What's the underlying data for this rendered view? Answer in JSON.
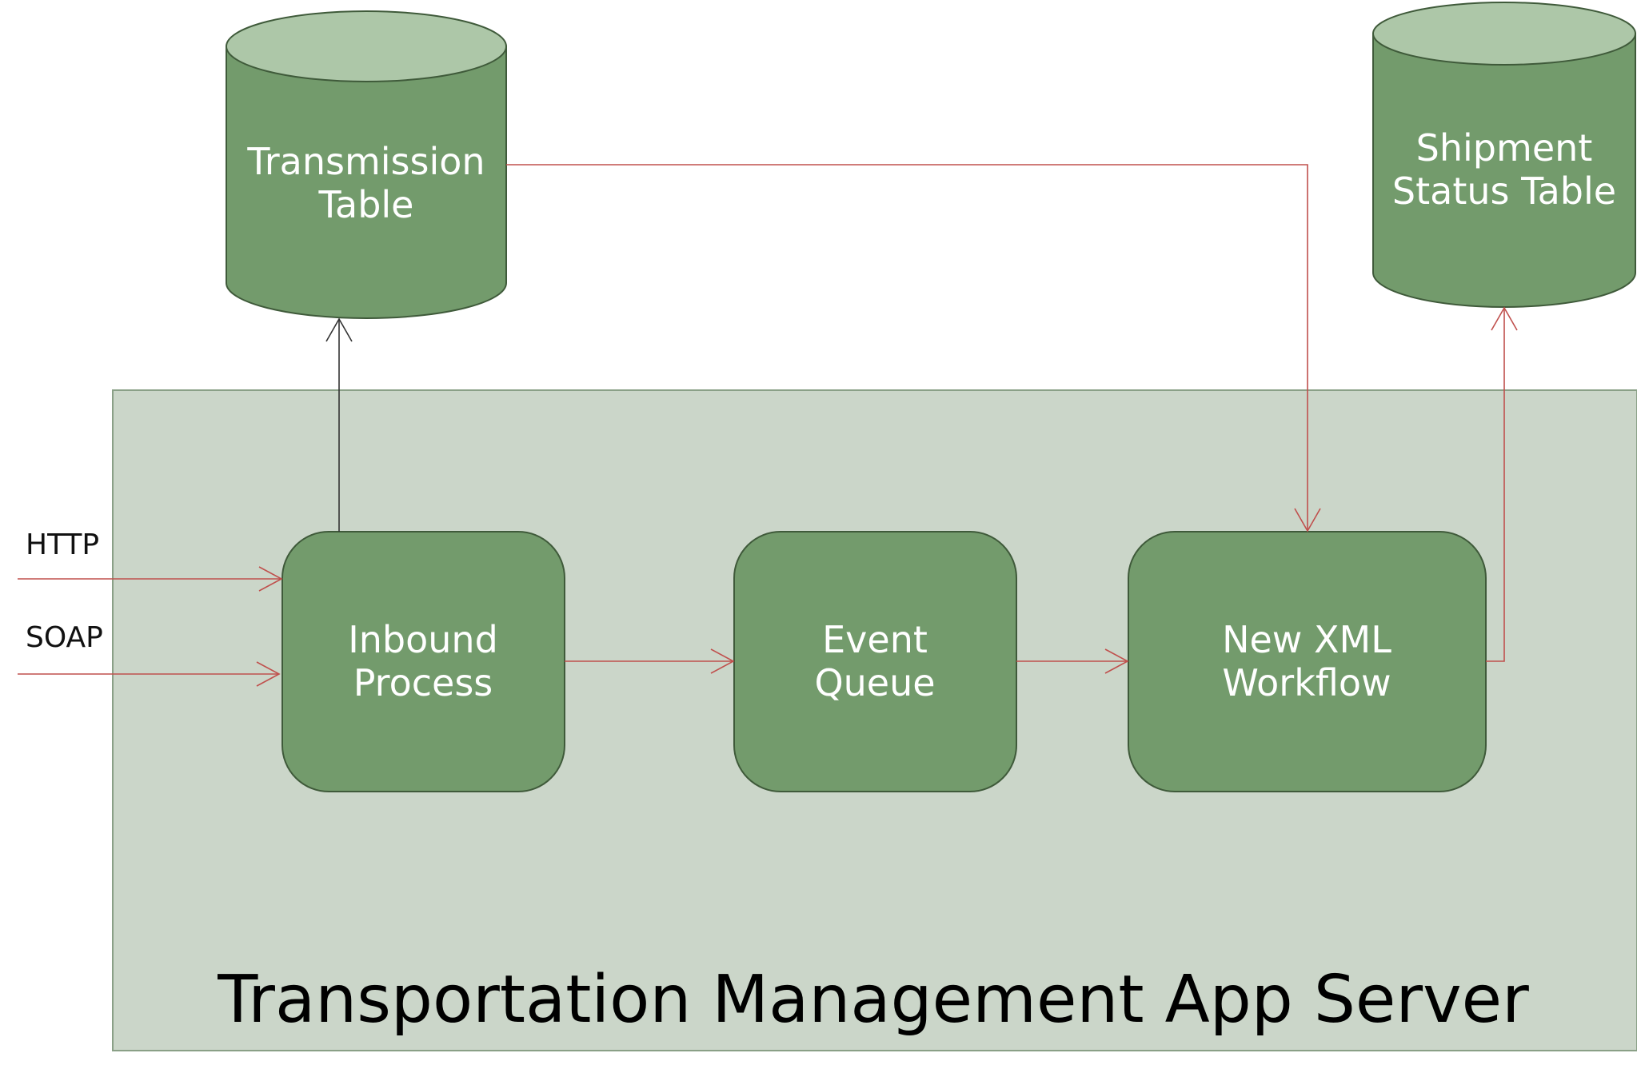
{
  "colors": {
    "server_fill": "#cbd6c9",
    "server_stroke": "#8aa087",
    "node_fill": "#739b6c",
    "node_stroke": "#3f5a3a",
    "cylinder_top": "#adc7a8",
    "arrow_red": "#c0504d",
    "arrow_dark": "#333333"
  },
  "server": {
    "title": "Transportation Management App Server"
  },
  "databases": {
    "transmission_table": {
      "line1": "Transmission",
      "line2": "Table"
    },
    "shipment_status_table": {
      "line1": "Shipment",
      "line2": "Status Table"
    }
  },
  "processes": {
    "inbound_process": {
      "line1": "Inbound",
      "line2": "Process"
    },
    "event_queue": {
      "line1": "Event",
      "line2": "Queue"
    },
    "new_xml_workflow": {
      "line1": "New XML",
      "line2": "Workflow"
    }
  },
  "inputs": {
    "http": "HTTP",
    "soap": "SOAP"
  },
  "icons": {
    "database": "database-cylinder-icon",
    "process": "rounded-rectangle-process-icon"
  }
}
